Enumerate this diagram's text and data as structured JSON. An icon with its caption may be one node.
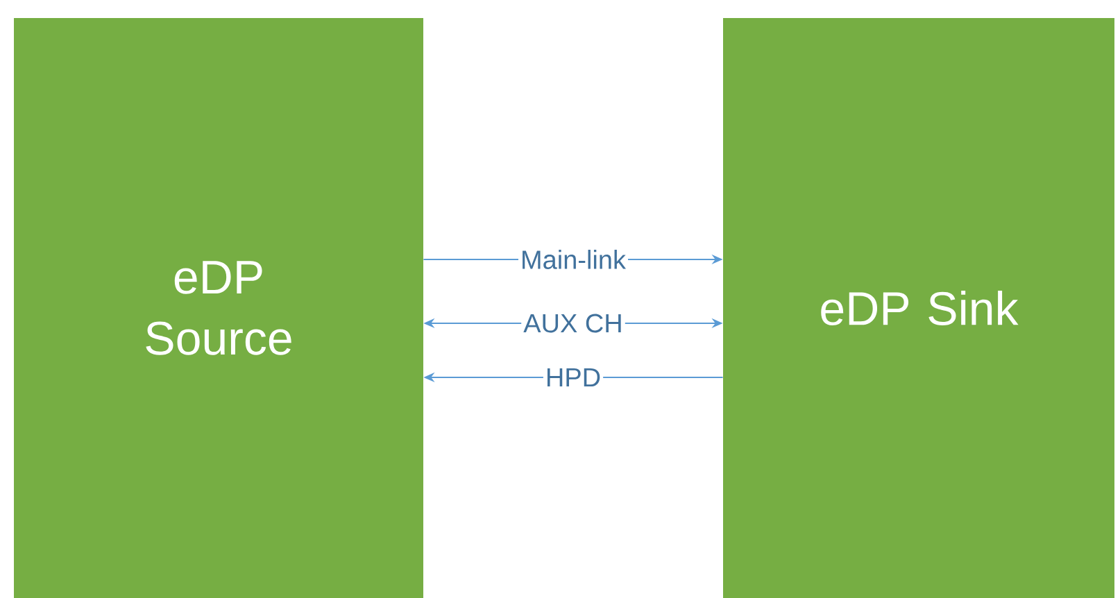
{
  "diagram": {
    "nodes": [
      {
        "text": [
          "eDP Source"
        ]
      },
      {
        "text": [
          "eDP Sink"
        ]
      }
    ],
    "edges": [
      {
        "from": 0,
        "to": 1,
        "arrow": "to",
        "label": "Main-link"
      },
      {
        "from": 0,
        "to": 1,
        "arrow": "both",
        "label": "AUX CH"
      },
      {
        "from": 1,
        "to": 0,
        "arrow": "to",
        "label": "HPD"
      }
    ]
  }
}
